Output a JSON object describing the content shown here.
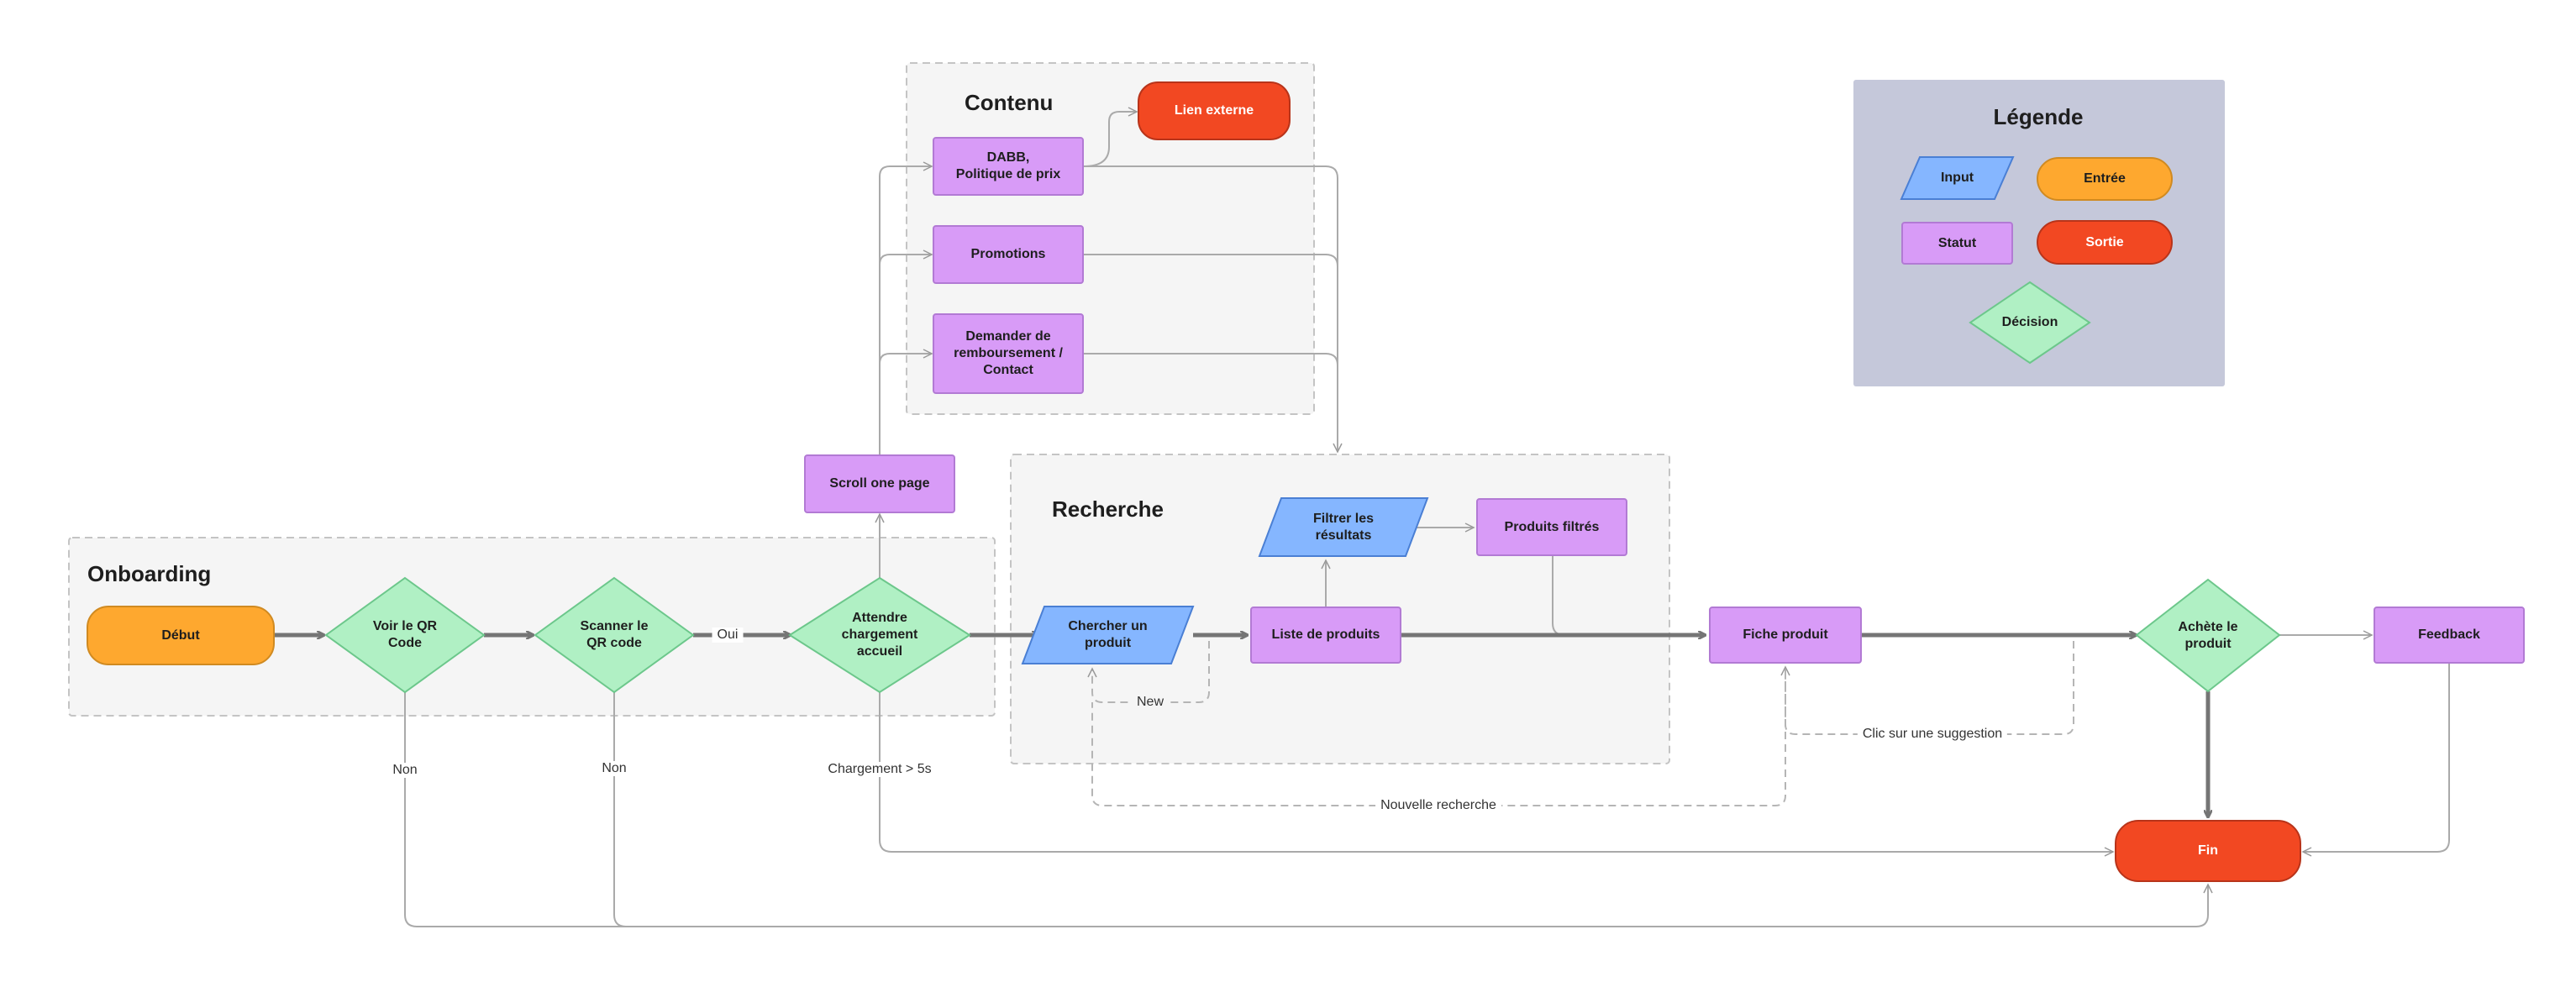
{
  "sections": {
    "contenu": "Contenu",
    "recherche": "Recherche",
    "onboarding": "Onboarding"
  },
  "legend": {
    "title": "Légende",
    "input": "Input",
    "entree": "Entrée",
    "statut": "Statut",
    "sortie": "Sortie",
    "decision": "Décision"
  },
  "nodes": {
    "debut": "Début",
    "voir_qr": "Voir le QR\nCode",
    "scanner_qr": "Scanner le\nQR code",
    "attendre": "Attendre\nchargement\naccueil",
    "scroll": "Scroll one page",
    "dabb": "DABB,\nPolitique de prix",
    "lien_externe": "Lien externe",
    "promotions": "Promotions",
    "demander": "Demander de\nremboursement /\nContact",
    "chercher": "Chercher un\nproduit",
    "liste": "Liste de produits",
    "filtrer": "Filtrer les\nrésultats",
    "produits_filtres": "Produits filtrés",
    "fiche": "Fiche produit",
    "achete": "Achète le\nproduit",
    "feedback": "Feedback",
    "fin": "Fin"
  },
  "edge_labels": {
    "oui": "Oui",
    "non_1": "Non",
    "non_2": "Non",
    "chargement": "Chargement > 5s",
    "new": "New",
    "nouvelle_recherche": "Nouvelle recherche",
    "suggestion": "Clic sur une suggestion"
  },
  "colors": {
    "statut": "#d89bf7",
    "entree": "#fea82f",
    "sortie": "#f24822",
    "input": "#85b6ff",
    "decision": "#b0f0c4",
    "legend_bg": "#c5c8da",
    "section_bg": "#f5f5f5"
  }
}
